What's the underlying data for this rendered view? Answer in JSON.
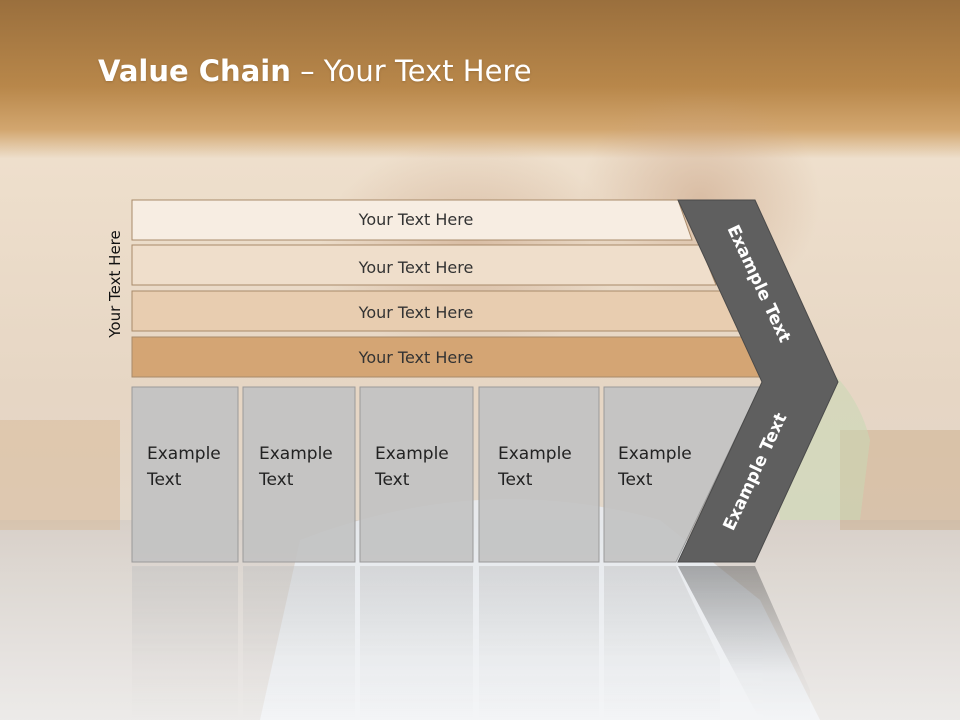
{
  "slide": {
    "title_bold": "Value Chain",
    "title_rest": " – Your Text Here",
    "side_label": "Your Text Here"
  },
  "bars": [
    {
      "label": "Your Text Here",
      "color": "#f7ede2"
    },
    {
      "label": "Your Text Here",
      "color": "#efdecb"
    },
    {
      "label": "Your Text Here",
      "color": "#e8cdb0"
    },
    {
      "label": "Your Text Here",
      "color": "#d4a574"
    }
  ],
  "columns": [
    {
      "line1": "Example",
      "line2": "Text"
    },
    {
      "line1": "Example",
      "line2": "Text"
    },
    {
      "line1": "Example",
      "line2": "Text"
    },
    {
      "line1": "Example",
      "line2": "Text"
    },
    {
      "line1": "Example",
      "line2": "Text"
    }
  ],
  "chevron": {
    "upper_label": "Example Text",
    "lower_label": "Example Text",
    "color": "#5f5f5f"
  },
  "colors": {
    "header_band": "#b8874a",
    "column_fill": "#c2c2c2"
  }
}
